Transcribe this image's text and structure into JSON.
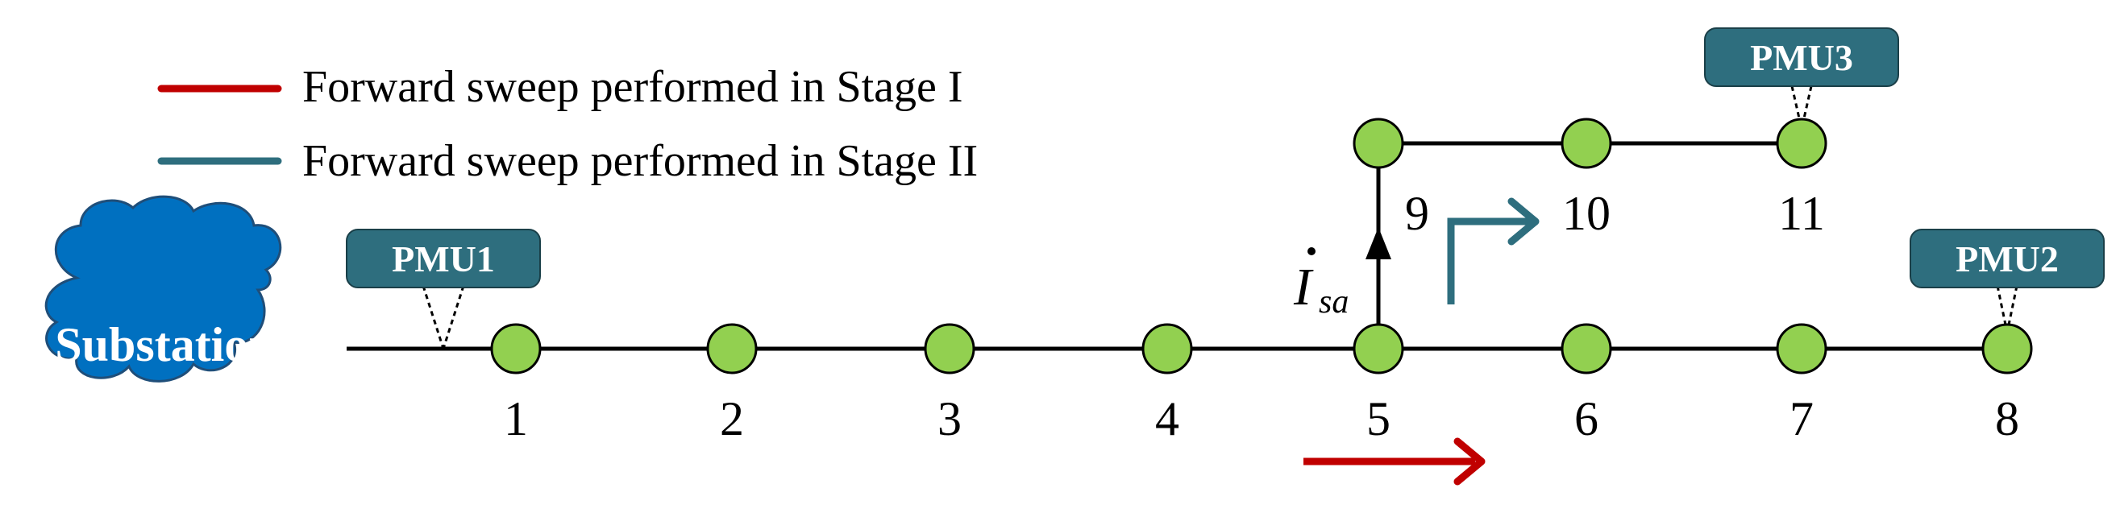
{
  "legend": {
    "stage1_label": "Forward sweep performed in Stage I",
    "stage2_label": "Forward sweep performed in Stage II"
  },
  "colors": {
    "stage1": "#c00000",
    "stage2": "#2e6e7e",
    "bus_fill": "#92d050",
    "pmu_box": "#2e6e7e",
    "substation": "#0070c0",
    "line": "#000000"
  },
  "substation": {
    "label": "Substation"
  },
  "buses": [
    "1",
    "2",
    "3",
    "4",
    "5",
    "6",
    "7",
    "8",
    "9",
    "10",
    "11"
  ],
  "pmus": [
    "PMU1",
    "PMU2",
    "PMU3"
  ],
  "current": {
    "main": "I",
    "sub": "sa"
  }
}
